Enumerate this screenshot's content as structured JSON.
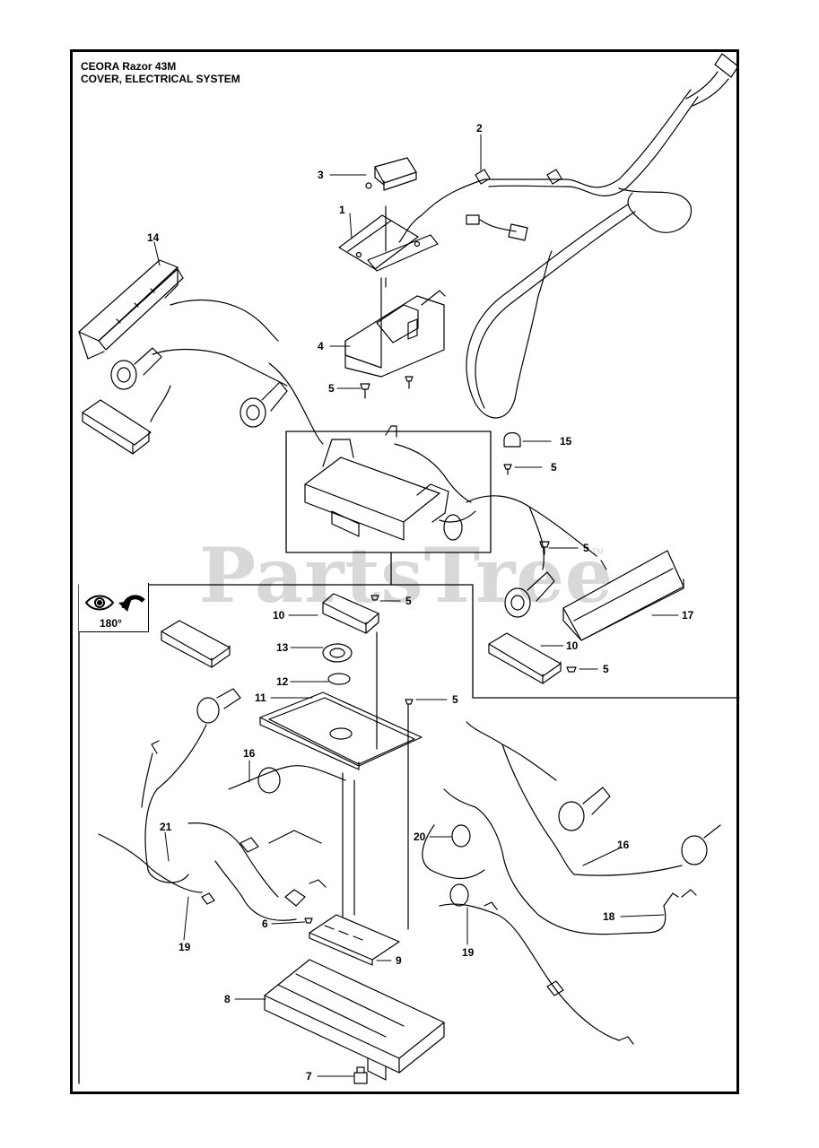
{
  "title": {
    "line1": "CEORA Razor 43M",
    "line2": "COVER, ELECTRICAL SYSTEM"
  },
  "watermark": {
    "text": "PartsTree",
    "mark": "TM"
  },
  "view_indicator": {
    "label": "180°",
    "icons": [
      "eye-icon",
      "rotate-arrow-icon"
    ]
  },
  "callouts": {
    "c1": "1",
    "c2": "2",
    "c3": "3",
    "c4": "4",
    "c5a": "5",
    "c5b": "5",
    "c5c": "5",
    "c5d": "5",
    "c5e": "5",
    "c5f": "5",
    "c6": "6",
    "c7": "7",
    "c8": "8",
    "c9": "9",
    "c10a": "10",
    "c10b": "10",
    "c11": "11",
    "c12": "12",
    "c13": "13",
    "c14": "14",
    "c15": "15",
    "c16a": "16",
    "c16b": "16",
    "c17": "17",
    "c18": "18",
    "c19a": "19",
    "c19b": "19",
    "c20": "20",
    "c21": "21"
  }
}
